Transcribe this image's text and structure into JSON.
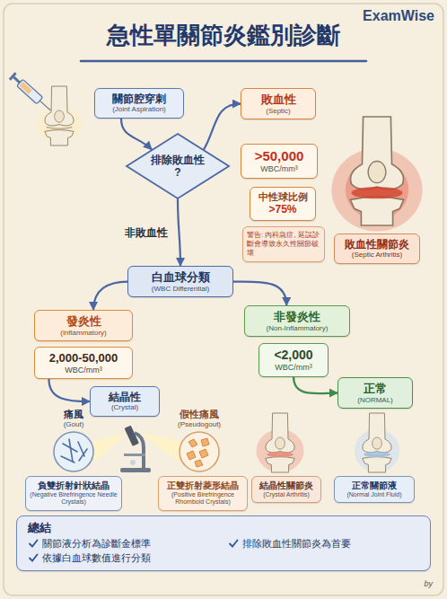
{
  "diagram": {
    "title": "急性單關節炎鑑別診斷",
    "nodes": [
      {
        "text": [
          "關節腔穿刺",
          "(Joint Aspiration)"
        ]
      },
      {
        "text": [
          "排除敗血性 ?"
        ]
      },
      {
        "text": [
          "敗血性",
          "(Septic)"
        ]
      },
      {
        "text": [
          ">50,000",
          "WBC/mm³"
        ]
      },
      {
        "text": [
          "中性球比例",
          ">75%"
        ]
      },
      {
        "text": [
          "警告: 內科急症, 延誤診斷會導致永久性關節破壞"
        ]
      },
      {
        "text": [
          "敗血性關節炎",
          "(Septic Arthritis)"
        ]
      },
      {
        "text": [
          "白血球分類",
          "(WBC Differential)"
        ]
      },
      {
        "text": [
          "發炎性",
          "(Inflammatory)"
        ]
      },
      {
        "text": [
          "2,000-50,000",
          "WBC/mm³"
        ]
      },
      {
        "text": [
          "結晶性",
          "(Crystal)"
        ]
      },
      {
        "text": [
          "負雙折射針狀結晶",
          "(Negative Birefringence Needle Crystals)"
        ]
      },
      {
        "text": [
          "正雙折射菱形結晶",
          "(Positive Birefringence Rhomboid Crystals)"
        ]
      },
      {
        "text": [
          "非發炎性",
          "(Non-Inflammatory)"
        ]
      },
      {
        "text": [
          "<2,000",
          "WBC/mm³"
        ]
      },
      {
        "text": [
          "正常",
          "(NORMAL)"
        ]
      },
      {
        "text": [
          "結晶性關節炎",
          "(Crystal Arthritis)"
        ]
      },
      {
        "text": [
          "正常關節液",
          "(Normal Joint Fluid)"
        ]
      },
      {
        "text": [
          "總結",
          "關節液分析為診斷金標準",
          "排除敗血性關節炎為首要",
          "依據白血球數值進行分類"
        ]
      }
    ],
    "edges": [
      {
        "from": 0,
        "to": 1,
        "arrow": "to"
      },
      {
        "from": 1,
        "to": 2,
        "arrow": "to"
      },
      {
        "from": 1,
        "to": 7,
        "label": "非敗血性",
        "arrow": "to"
      },
      {
        "from": 7,
        "to": 8,
        "arrow": "to"
      },
      {
        "from": 7,
        "to": 13,
        "arrow": "to"
      },
      {
        "from": 9,
        "to": 10,
        "arrow": "to"
      },
      {
        "from": 14,
        "to": 15,
        "arrow": "to"
      }
    ],
    "labels": [
      "ExamWise",
      "痛風",
      "(Gout)",
      "假性痛風",
      "(Pseudogout)",
      "by"
    ]
  }
}
